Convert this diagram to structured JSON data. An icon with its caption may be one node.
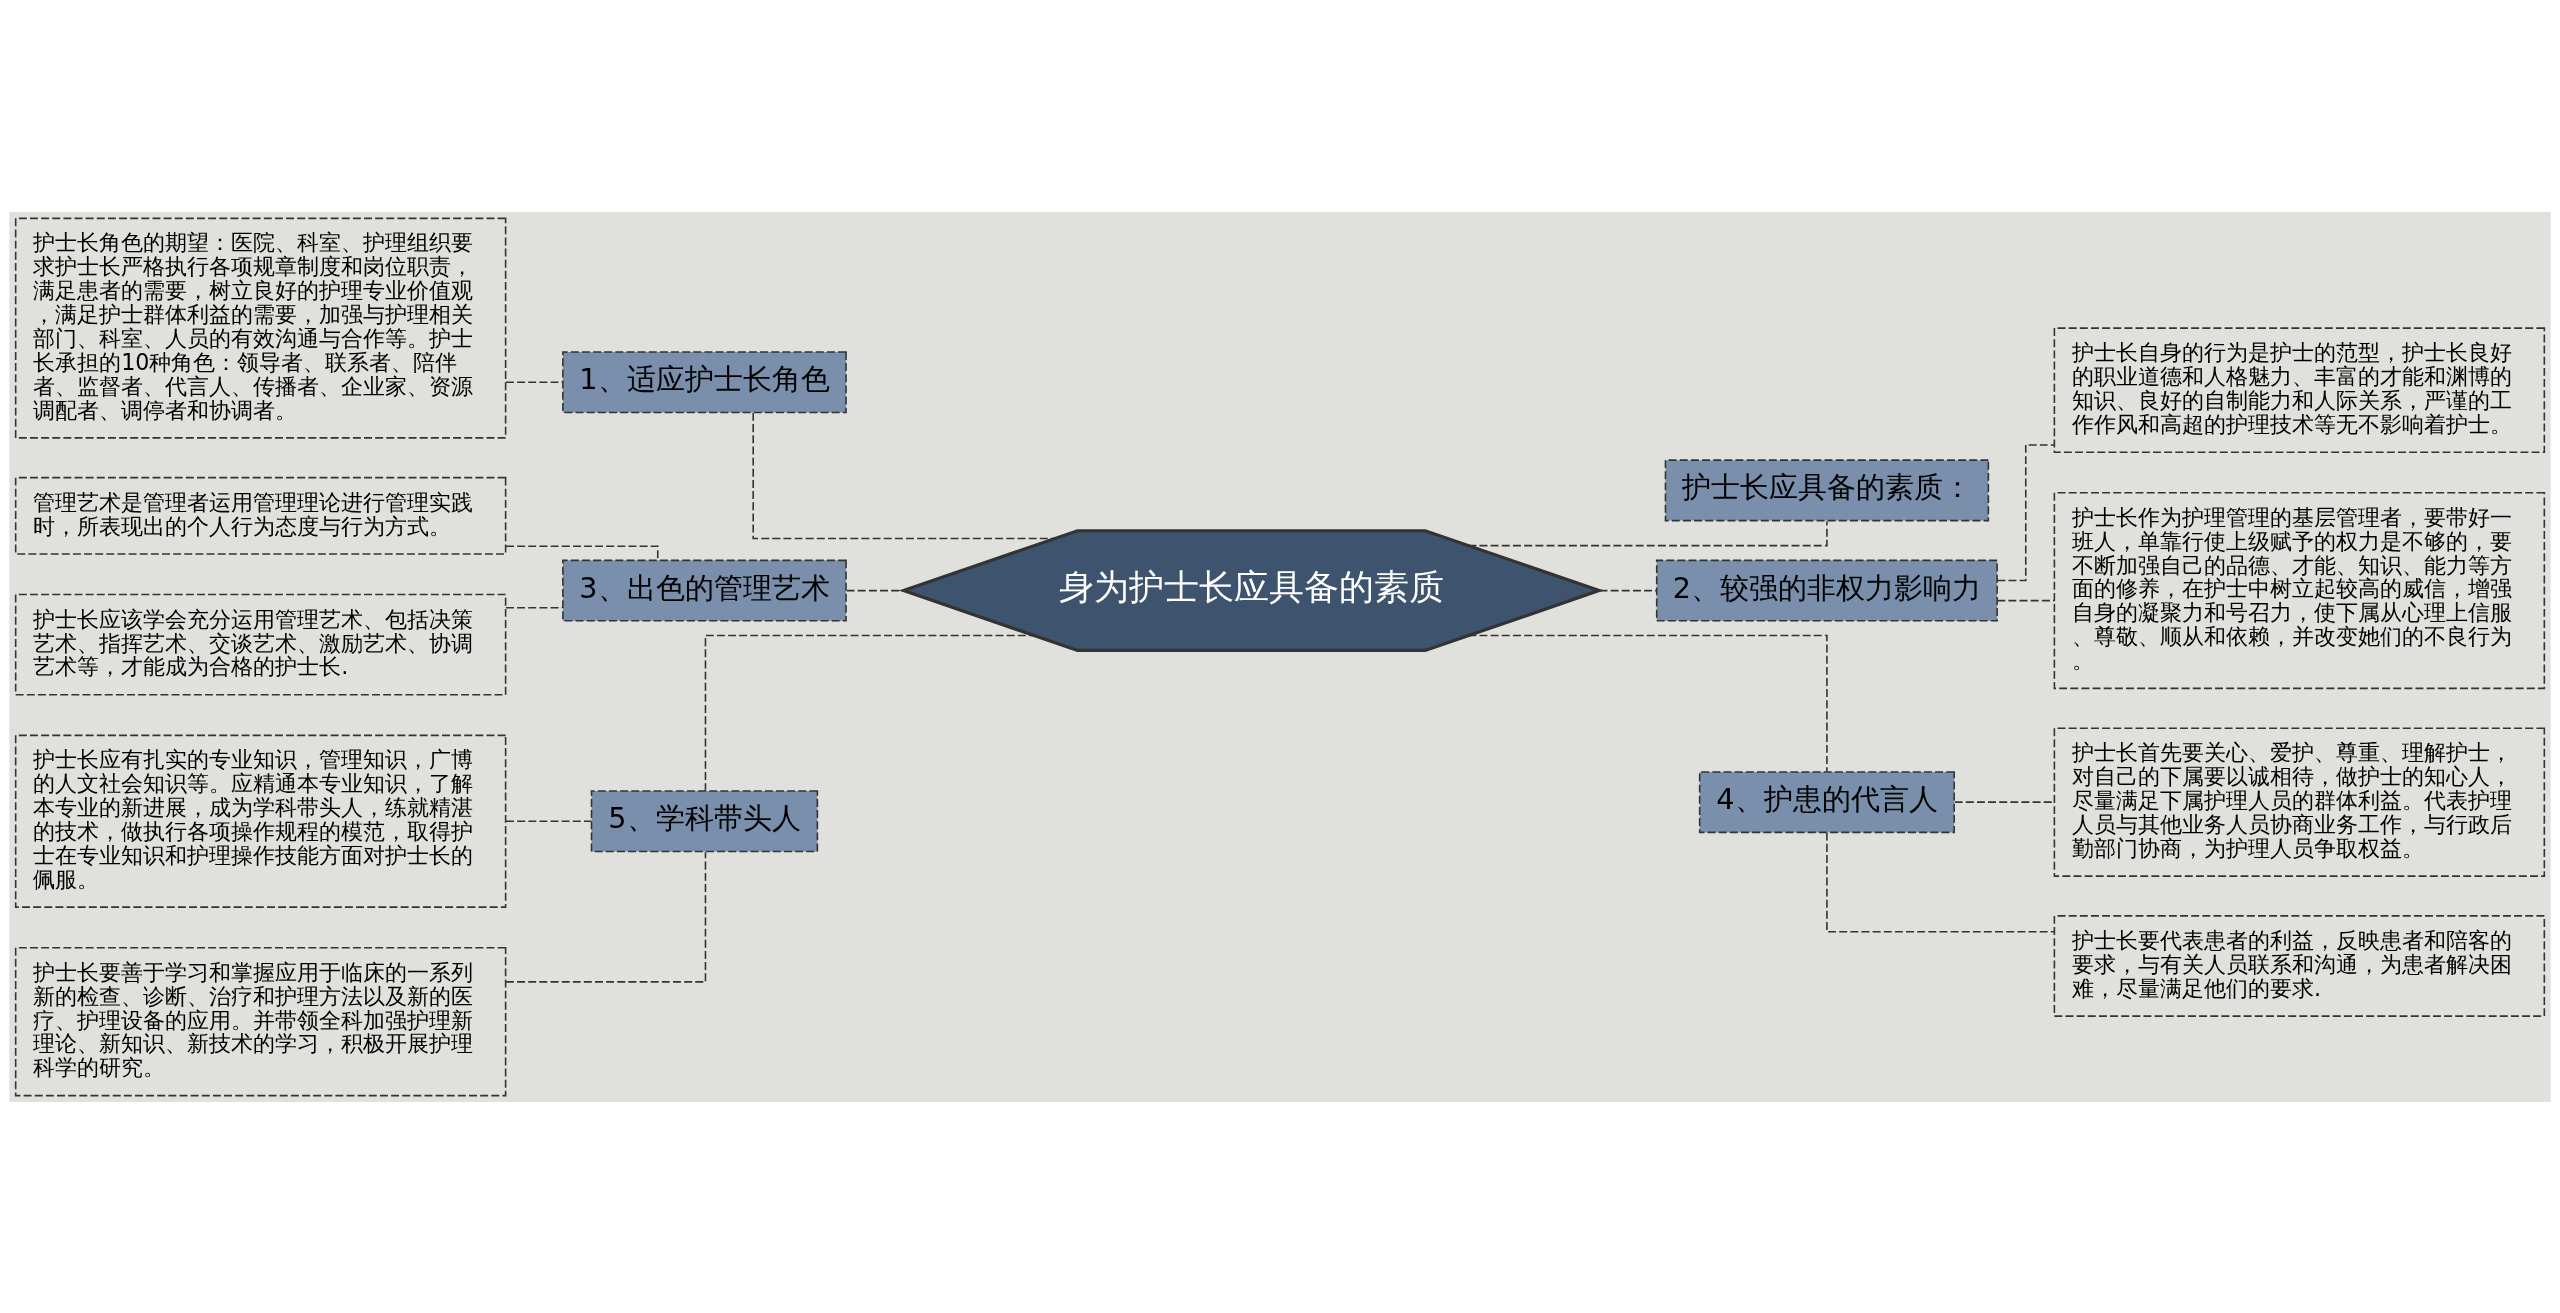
{
  "diagram": {
    "nodes": [
      {
        "text": [
          "身为护士长应具备的素质"
        ]
      },
      {
        "text": [
          "1、适应护士长角色"
        ]
      },
      {
        "text": [
          "护士长角色的期望：医院、科室、护理组织要求护士长严格执行各项规章制度和岗位职责，满足患者的需要，树立良好的护理专业价值观，满足护士群体利益的需要，加强与护理相关部门、科室、人员的有效沟通与合作等。护士长承担的10种角色：领导者、联系者、陪伴者、监督者、代言人、传播者、企业家、资源调配者、调停者和协调者。"
        ]
      },
      {
        "text": [
          "3、出色的管理艺术"
        ]
      },
      {
        "text": [
          "管理艺术是管理者运用管理理论进行管理实践时，所表现出的个人行为态度与行为方式。"
        ]
      },
      {
        "text": [
          "护士长应该学会充分运用管理艺术、包括决策艺术、指挥艺术、交谈艺术、激励艺术、协调艺术等，才能成为合格的护士长."
        ]
      },
      {
        "text": [
          "5、学科带头人"
        ]
      },
      {
        "text": [
          "护士长应有扎实的专业知识，管理知识，广博的人文社会知识等。应精通本专业知识，了解本专业的新进展，成为学科带头人，练就精湛的技术，做执行各项操作规程的模范，取得护士在专业知识和护理操作技能方面对护士长的佩服。"
        ]
      },
      {
        "text": [
          "护士长要善于学习和掌握应用于临床的一系列新的检查、诊断、治疗和护理方法以及新的医疗、护理设备的应用。并带领全科加强护理新理论、新知识、新技术的学习，积极开展护理科学的研究。"
        ]
      },
      {
        "text": [
          "护士长应具备的素质："
        ]
      },
      {
        "text": [
          "2、较强的非权力影响力"
        ]
      },
      {
        "text": [
          "护士长自身的行为是护士的范型，护士长良好的职业道德和人格魅力、丰富的才能和渊博的知识、良好的自制能力和人际关系，严谨的工作作风和高超的护理技术等无不影响着护士。"
        ]
      },
      {
        "text": [
          "护士长作为护理管理的基层管理者，要带好一班人，单靠行使上级赋予的权力是不够的，要不断加强自己的品德、才能、知识、能力等方面的修养，在护士中树立起较高的威信，增强自身的凝聚力和号召力，使下属从心理上信服、尊敬、顺从和依赖，并改变她们的不良行为。"
        ]
      },
      {
        "text": [
          "4、护患的代言人"
        ]
      },
      {
        "text": [
          "护士长首先要关心、爱护、尊重、理解护士，对自己的下属要以诚相待，做护士的知心人，尽量满足下属护理人员的群体利益。代表护理人员与其他业务人员协商业务工作，与行政后勤部门协商，为护理人员争取权益。"
        ]
      },
      {
        "text": [
          "护士长要代表患者的利益，反映患者和陪客的要求，与有关人员联系和沟通，为患者解决困难，尽量满足他们的要求."
        ]
      }
    ],
    "edges": [
      {
        "from": 0,
        "to": 1,
        "arrow": "none",
        "style": "dashed"
      },
      {
        "from": 1,
        "to": 2,
        "arrow": "none",
        "style": "dashed"
      },
      {
        "from": 0,
        "to": 3,
        "arrow": "none",
        "style": "dashed"
      },
      {
        "from": 3,
        "to": 4,
        "arrow": "none",
        "style": "dashed"
      },
      {
        "from": 3,
        "to": 5,
        "arrow": "none",
        "style": "dashed"
      },
      {
        "from": 0,
        "to": 6,
        "arrow": "none",
        "style": "dashed"
      },
      {
        "from": 6,
        "to": 7,
        "arrow": "none",
        "style": "dashed"
      },
      {
        "from": 6,
        "to": 8,
        "arrow": "none",
        "style": "dashed"
      },
      {
        "from": 0,
        "to": 9,
        "arrow": "none",
        "style": "dashed"
      },
      {
        "from": 0,
        "to": 10,
        "arrow": "none",
        "style": "dashed"
      },
      {
        "from": 10,
        "to": 11,
        "arrow": "none",
        "style": "dashed"
      },
      {
        "from": 10,
        "to": 12,
        "arrow": "none",
        "style": "dashed"
      },
      {
        "from": 0,
        "to": 13,
        "arrow": "none",
        "style": "dashed"
      },
      {
        "from": 13,
        "to": 14,
        "arrow": "none",
        "style": "dashed"
      },
      {
        "from": 13,
        "to": 15,
        "arrow": "none",
        "style": "dashed"
      }
    ]
  }
}
